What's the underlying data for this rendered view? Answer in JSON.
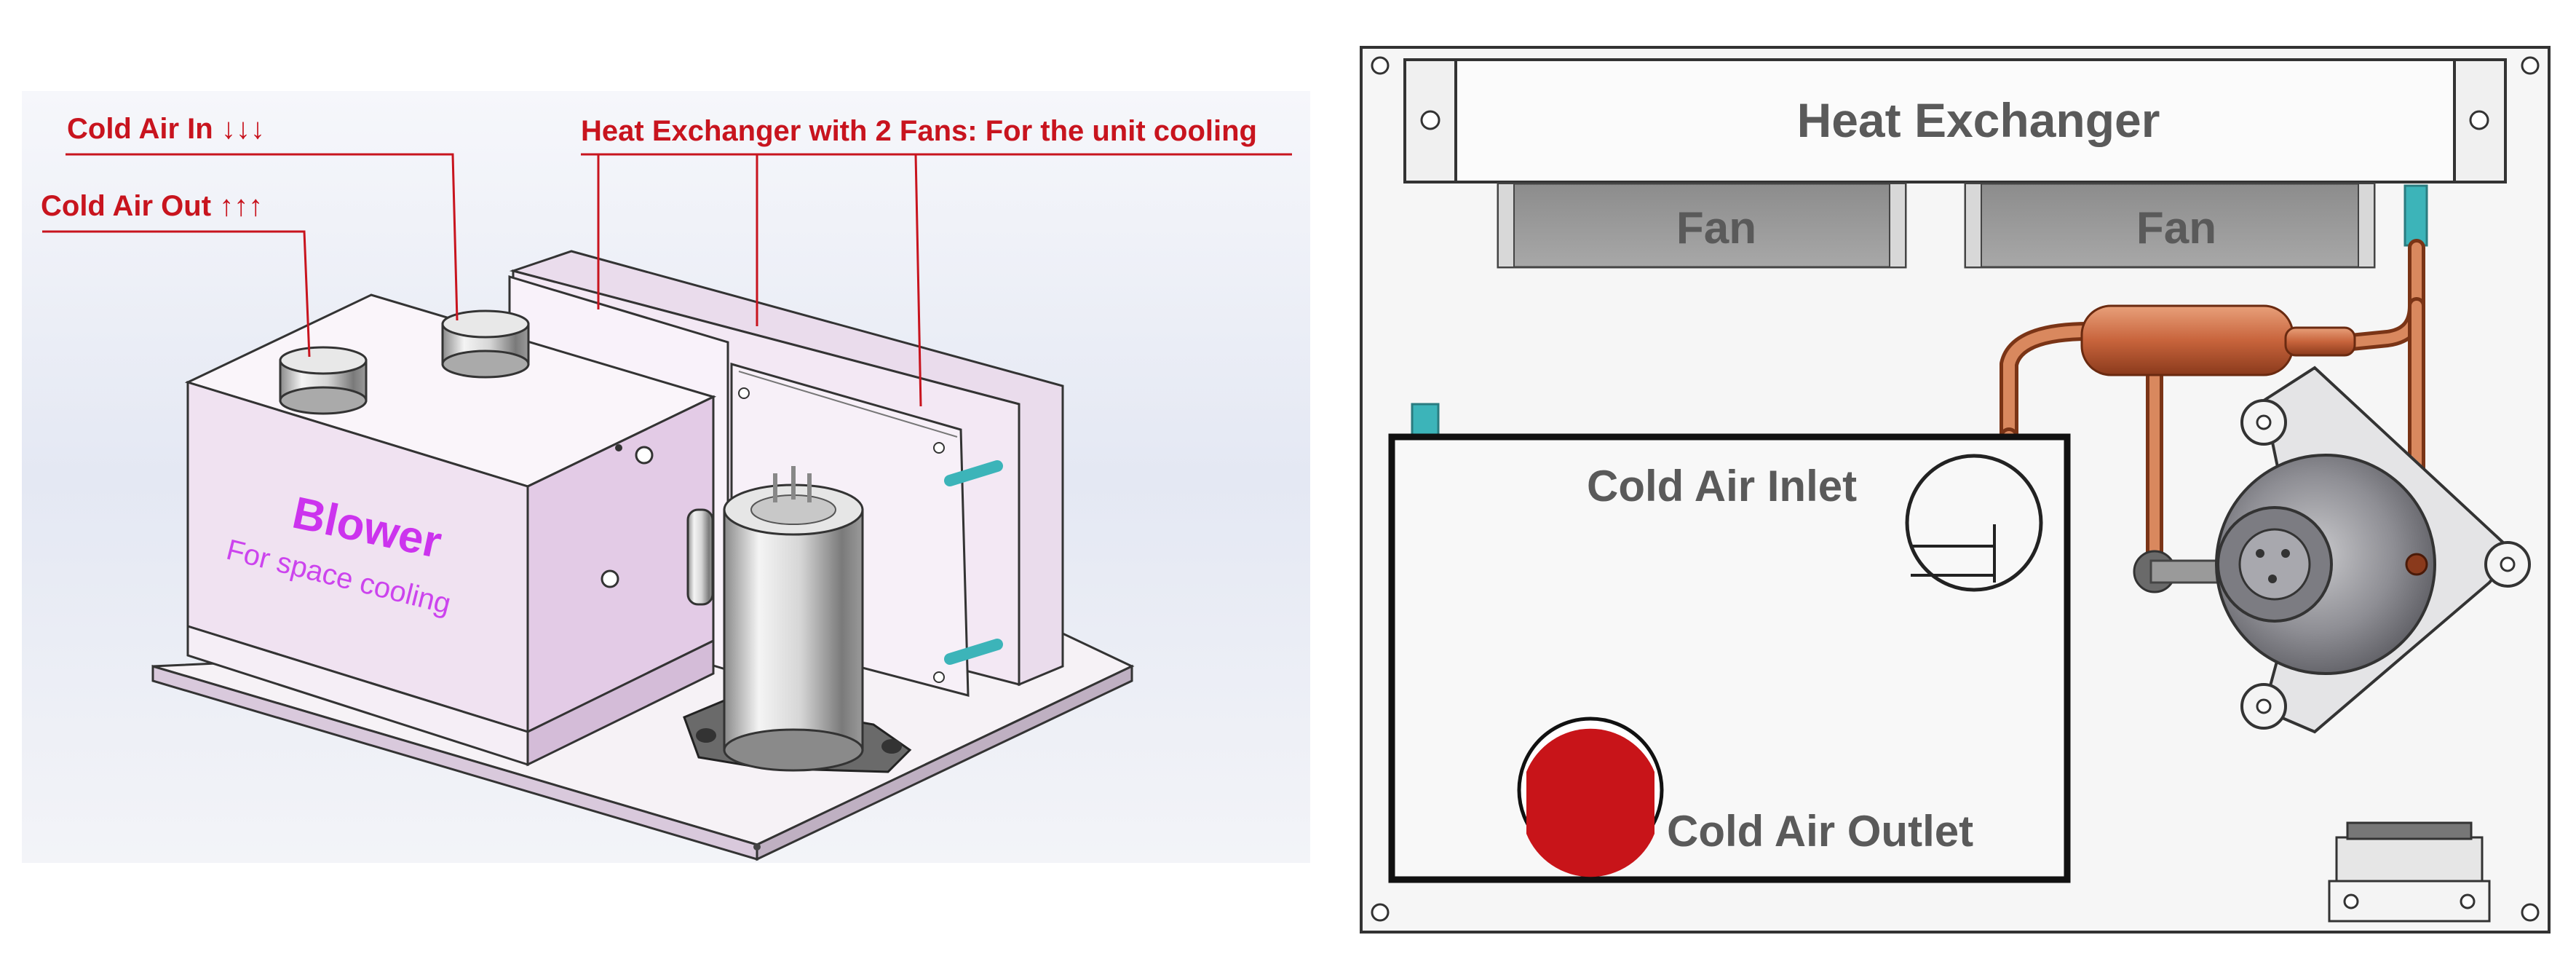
{
  "left_diagram": {
    "callouts": {
      "cold_air_in": "Cold Air In ↓↓↓",
      "cold_air_out": "Cold Air Out ↑↑↑",
      "heat_exchanger": "Heat Exchanger with 2 Fans: For the unit cooling"
    },
    "blower_title": "Blower",
    "blower_subtitle": "For space cooling"
  },
  "right_diagram": {
    "heat_exchanger_label": "Heat Exchanger",
    "fan_left_label": "Fan",
    "fan_right_label": "Fan",
    "cold_air_inlet_label": "Cold Air Inlet",
    "cold_air_outlet_label": "Cold Air Outlet"
  },
  "colors": {
    "callout_red": "#c8141e",
    "blower_purple": "#cc33ee",
    "housing_pink": "#ecd6ee",
    "copper": "#c8643c",
    "label_gray": "#5a5a5a",
    "outlet_red": "#c81419",
    "teal": "#3cb4b9"
  }
}
